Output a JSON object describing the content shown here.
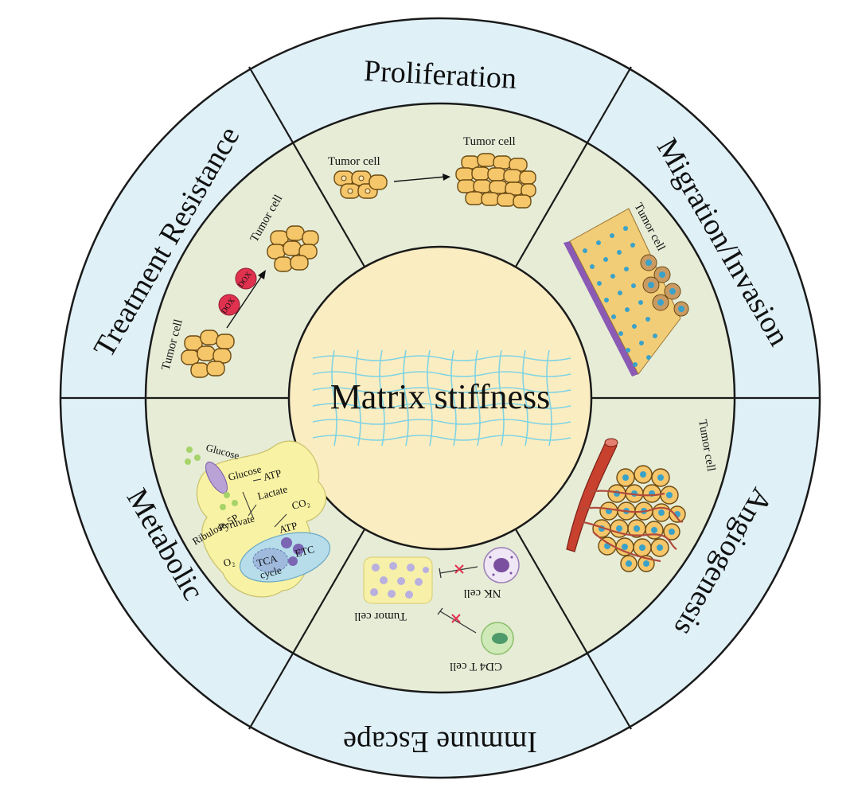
{
  "center": {
    "title": "Matrix stiffness"
  },
  "sectors": {
    "proliferation": {
      "title": "Proliferation",
      "left_label": "Tumor cell",
      "right_label": "Tumor cell"
    },
    "migration": {
      "title": "Migration/Invasion",
      "label": "Tumor cell"
    },
    "angiogenesis": {
      "title": "Angiogenesis",
      "label": "Tumor cell"
    },
    "immune": {
      "title": "Immune Escape",
      "tumor_label": "Tumor cell",
      "nk_label": "NK cell",
      "cd4_label": "CD4 T cell"
    },
    "metabolic": {
      "title": "Metabolic",
      "glucose_out": "Glucose",
      "glucose_in": "Glucose",
      "atp1": "ATP",
      "lactate": "Lactate",
      "ribulose": "Ribulose-5P",
      "pyruvate": "Pyruvate",
      "co2": "CO₂",
      "atp2": "ATP",
      "o2": "O₂",
      "tca1": "TCA",
      "tca2": "cycle",
      "etc": "ETC"
    },
    "treatment": {
      "title": "Treatment Resistance",
      "top_label": "Tumor cell",
      "bottom_label": "Tumor cell",
      "drug1": "DOX",
      "drug2": "DOX"
    }
  },
  "colors": {
    "outer_ring": "#dff0f7",
    "middle_ring": "#e6ecd6",
    "center": "#fbedc2",
    "grid": "#7fd3e3",
    "tumor_cell": "#f5c66a",
    "nucleus_blue": "#3aa2c9",
    "vessel": "#c8412f",
    "dox": "#e0314f",
    "membrane": "#8a5ab5"
  }
}
